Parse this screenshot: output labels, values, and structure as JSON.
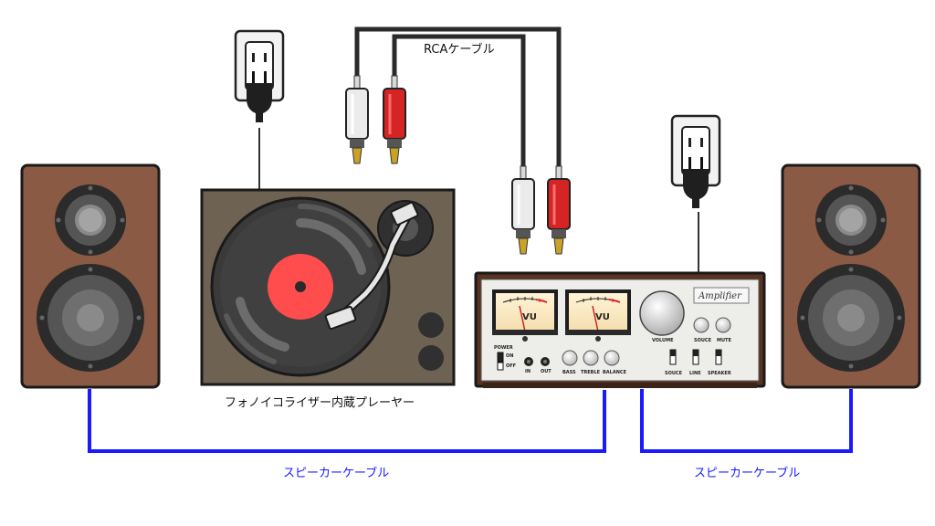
{
  "labels": {
    "rca_cable": "RCAケーブル",
    "turntable": "フォノイコライザー内蔵プレーヤー",
    "speaker_cable_left": "スピーカーケーブル",
    "speaker_cable_right": "スピーカーケーブル"
  },
  "amplifier": {
    "brand": "Amplifier",
    "meter_text": "VU",
    "power": "POWER",
    "on": "ON",
    "off": "OFF",
    "in": "IN",
    "out": "OUT",
    "bass": "BASS",
    "treble": "TREBLE",
    "balance": "BALANCE",
    "volume": "VOLUME",
    "source": "SOUCE",
    "mute": "MUTE",
    "line": "LINE",
    "speaker": "SPEAKER"
  },
  "colors": {
    "speaker_cable": "#1a1aff",
    "speaker_wood": "#8b5a44",
    "turntable_body": "#6e6253",
    "rca_red": "#d62626",
    "rca_white": "#e8e8e8",
    "record_label": "#ff4d4d"
  },
  "icons": [
    "wall-outlet-icon",
    "power-plug-icon",
    "rca-plug-icon",
    "vu-meter-icon"
  ]
}
